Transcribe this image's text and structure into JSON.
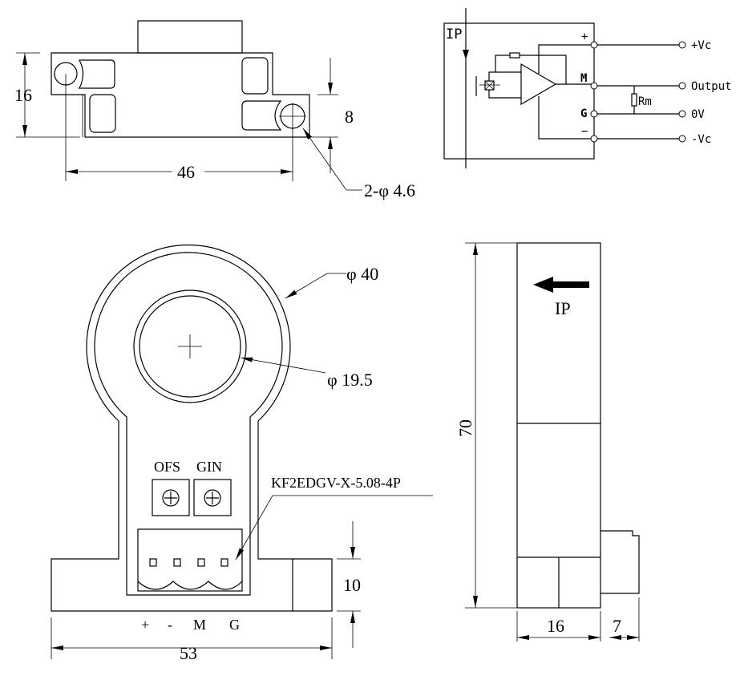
{
  "top_view": {
    "dim_height": "16",
    "dim_step": "8",
    "dim_hole_spacing": "46",
    "hole_note": "2-φ 4.6"
  },
  "circuit": {
    "current_label": "IP",
    "pins": {
      "plus": "+",
      "m": "M",
      "g": "G",
      "minus": "−"
    },
    "terminals": [
      "+Vc",
      "Output",
      "0V",
      "-Vc"
    ],
    "resistor": "Rm"
  },
  "front_view": {
    "outer_dia": "φ 40",
    "inner_dia": "φ 19.5",
    "pot_labels": [
      "OFS",
      "GIN"
    ],
    "connector": "KF2EDGV-X-5.08-4P",
    "pin_labels": [
      "+",
      "-",
      "M",
      "G"
    ],
    "dim_base_height": "10",
    "dim_width": "53"
  },
  "side_view": {
    "arrow_label": "IP",
    "dim_height": "70",
    "dim_depth": "16",
    "dim_connector": "7"
  }
}
